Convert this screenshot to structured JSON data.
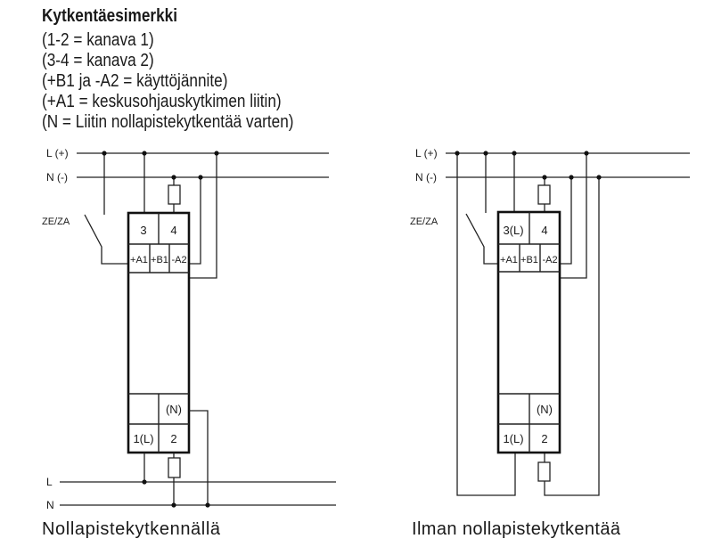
{
  "header": {
    "title": "Kytkentäesimerkki",
    "lines": [
      "(1-2 = kanava 1)",
      "(3-4 = kanava 2)",
      "(+B1 ja -A2 = käyttöjännite)",
      "(+A1 = keskusohjauskytkimen liitin)",
      "(N = Liitin nollapistekytkentää varten)"
    ]
  },
  "left_diagram": {
    "line_L": "L (+)",
    "line_N": "N (-)",
    "ze_za": "ZE/ZA",
    "terminals": {
      "t3": "3",
      "t4": "4",
      "a1": "+A1",
      "b1": "+B1",
      "a2": "-A2",
      "n": "(N)",
      "t1": "1(L)",
      "t2": "2"
    },
    "bottom_L": "L",
    "bottom_N": "N",
    "caption": "Nollapistekytkennällä"
  },
  "right_diagram": {
    "line_L": "L (+)",
    "line_N": "N (-)",
    "ze_za": "ZE/ZA",
    "terminals": {
      "t3": "3(L)",
      "t4": "4",
      "a1": "+A1",
      "b1": "+B1",
      "a2": "-A2",
      "n": "(N)",
      "t1": "1(L)",
      "t2": "2"
    },
    "caption": "Ilman nollapistekytkentää"
  }
}
